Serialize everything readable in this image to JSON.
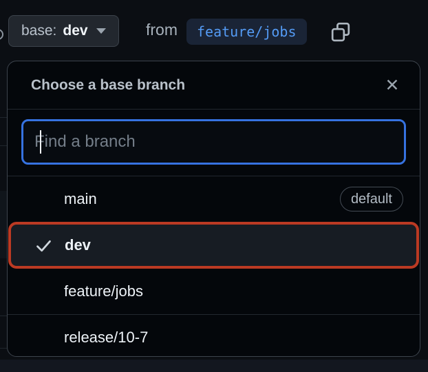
{
  "top_bar": {
    "base_button": {
      "prefix": "base:",
      "branch": "dev"
    },
    "from_label": "from",
    "compare_branch": "feature/jobs"
  },
  "dialog": {
    "title": "Choose a base branch",
    "close_glyph": "✕",
    "search": {
      "placeholder": "Find a branch",
      "value": ""
    },
    "branches": [
      {
        "name": "main",
        "badge": "default",
        "selected": false
      },
      {
        "name": "dev",
        "badge": "",
        "selected": true
      },
      {
        "name": "feature/jobs",
        "badge": "",
        "selected": false
      },
      {
        "name": "release/10-7",
        "badge": "",
        "selected": false
      }
    ]
  },
  "colors": {
    "accent_blue_focus": "#3672e0",
    "branch_link_blue": "#549bf5",
    "selection_highlight": "#bb3a23",
    "panel_border": "#3d444d",
    "panel_background": "#04070b"
  }
}
